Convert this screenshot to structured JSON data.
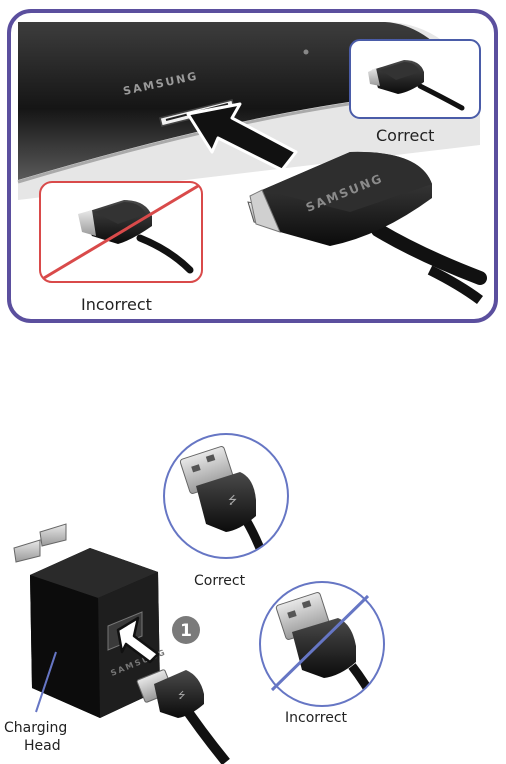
{
  "top_panel": {
    "brand_text": "SAMSUNG",
    "correct_label": "Correct",
    "incorrect_label": "Incorrect",
    "frame_color": "#5b4f9e",
    "correct_color": "#4a5ca8",
    "incorrect_color": "#d94a4a"
  },
  "bottom_panel": {
    "correct_label": "Correct",
    "incorrect_label": "Incorrect",
    "charging_head_line1": "Charging",
    "charging_head_line2": "Head",
    "step_number": "1",
    "brand_text": "SAMSUNG",
    "circle_color": "#6676c4"
  }
}
